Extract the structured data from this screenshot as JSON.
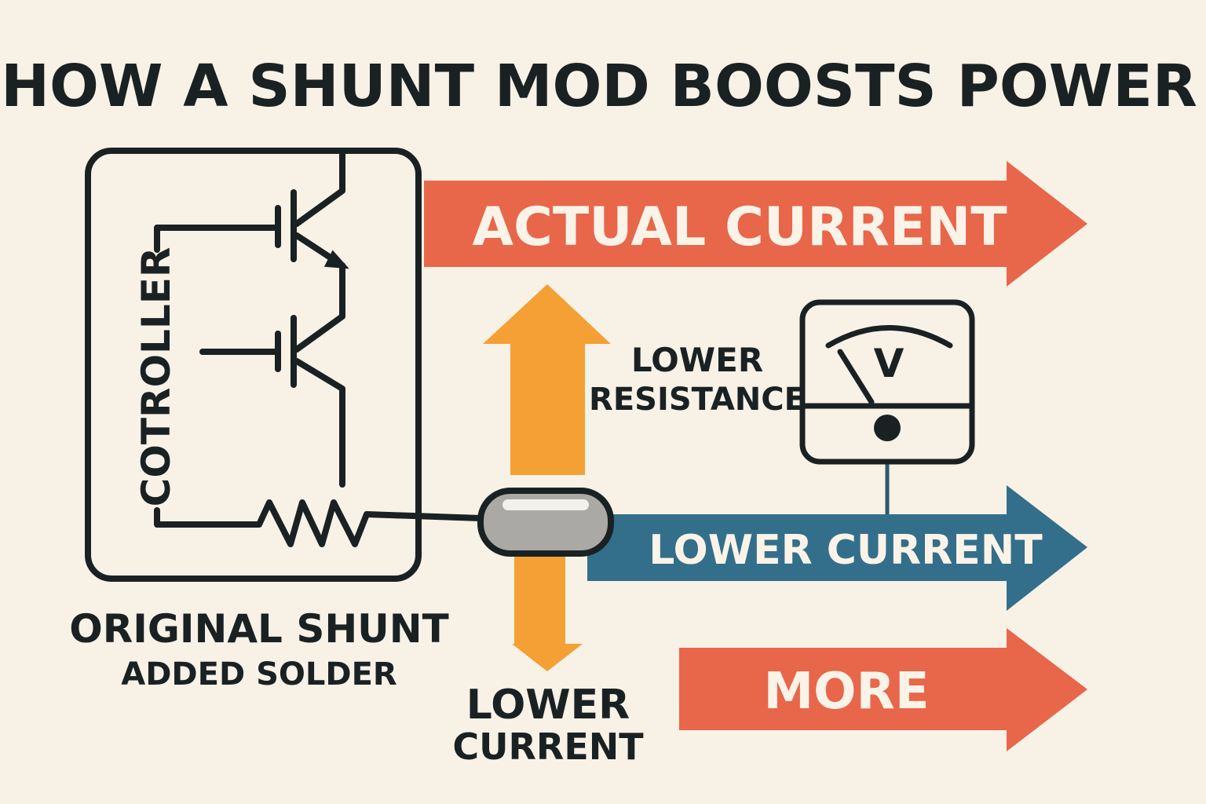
{
  "title": "HOW A SHUNT MOD BOOSTS POWER",
  "circuit": {
    "controller_label": "COTROLLER"
  },
  "labels": {
    "original_shunt": "ORIGINAL SHUNT",
    "added_solder": "ADDED SOLDER",
    "lower_resistance_line1": "LOWER",
    "lower_resistance_line2": "RESISTANCE",
    "lower_current_line1": "LOWER",
    "lower_current_line2": "CURRENT"
  },
  "arrows": {
    "actual_current": "ACTUAL CURRENT",
    "lower_current": "LOWER CURRENT",
    "more": "MORE"
  },
  "meter": {
    "symbol": "V"
  },
  "colors": {
    "background": "#f8f1e6",
    "red": "#e8664a",
    "orange": "#f4a035",
    "blue": "#336f8a",
    "ink": "#1a2123"
  }
}
